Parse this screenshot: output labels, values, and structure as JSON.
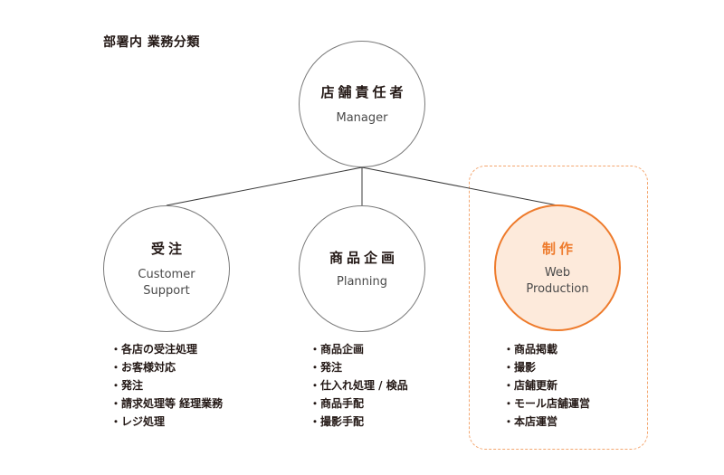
{
  "title": "部署内 業務分類",
  "colors": {
    "accent": "#ee7b2c",
    "accent_fill": "#fdeadb",
    "dashed_border": "#f4a770",
    "line": "#3a3a3a",
    "circle_border": "#7a7a7a",
    "text": "#231815"
  },
  "nodes": {
    "manager": {
      "ja": "店舗責任者",
      "en": "Manager"
    },
    "support": {
      "ja": "受注",
      "en": "Customer\nSupport"
    },
    "planning": {
      "ja": "商品企画",
      "en": "Planning"
    },
    "web": {
      "ja": "制作",
      "en": "Web\nProduction",
      "highlighted": true
    }
  },
  "tasks": {
    "bullet": "・",
    "support": [
      "各店の受注処理",
      "お客様対応",
      "発注",
      "請求処理等 経理業務",
      "レジ処理"
    ],
    "planning": [
      "商品企画",
      "発注",
      "仕入れ処理 / 検品",
      "商品手配",
      "撮影手配"
    ],
    "web": [
      "商品掲載",
      "撮影",
      "店舗更新",
      "モール店舗運営",
      "本店運営"
    ]
  }
}
